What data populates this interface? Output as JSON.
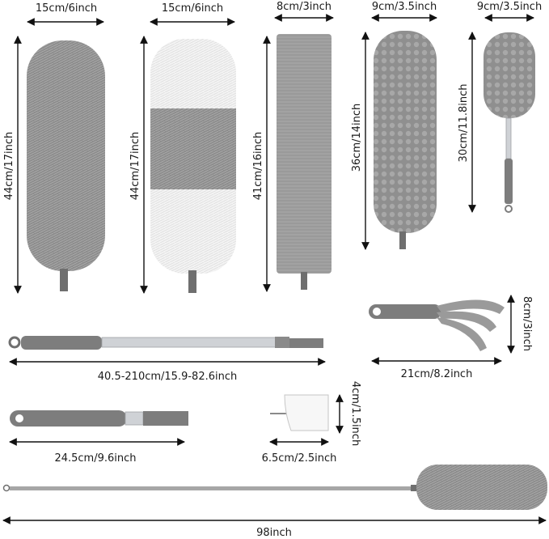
{
  "dimensions": {
    "duster1_width": "15cm/6inch",
    "duster1_height": "44cm/17inch",
    "duster2_width": "15cm/6inch",
    "duster2_height": "44cm/17inch",
    "mop_width": "8cm/3inch",
    "mop_height": "41cm/16inch",
    "chenille_width": "9cm/3.5inch",
    "chenille_height": "36cm/14inch",
    "small_width": "9cm/3.5inch",
    "small_height": "30cm/11.8inch",
    "blinds_height": "8cm/3inch",
    "blinds_width": "21cm/8.2inch",
    "pole_length": "40.5-210cm/15.9-82.6inch",
    "handle_length": "24.5cm/9.6inch",
    "scraper_width": "6.5cm/2.5inch",
    "scraper_height": "4cm/1.5inch",
    "full_length": "98inch"
  },
  "colors": {
    "fiber_gray": "#8a8a8a",
    "fiber_white": "#f2f2f2",
    "handle_gray": "#7d7d7d",
    "steel": "#cfd2d6"
  }
}
